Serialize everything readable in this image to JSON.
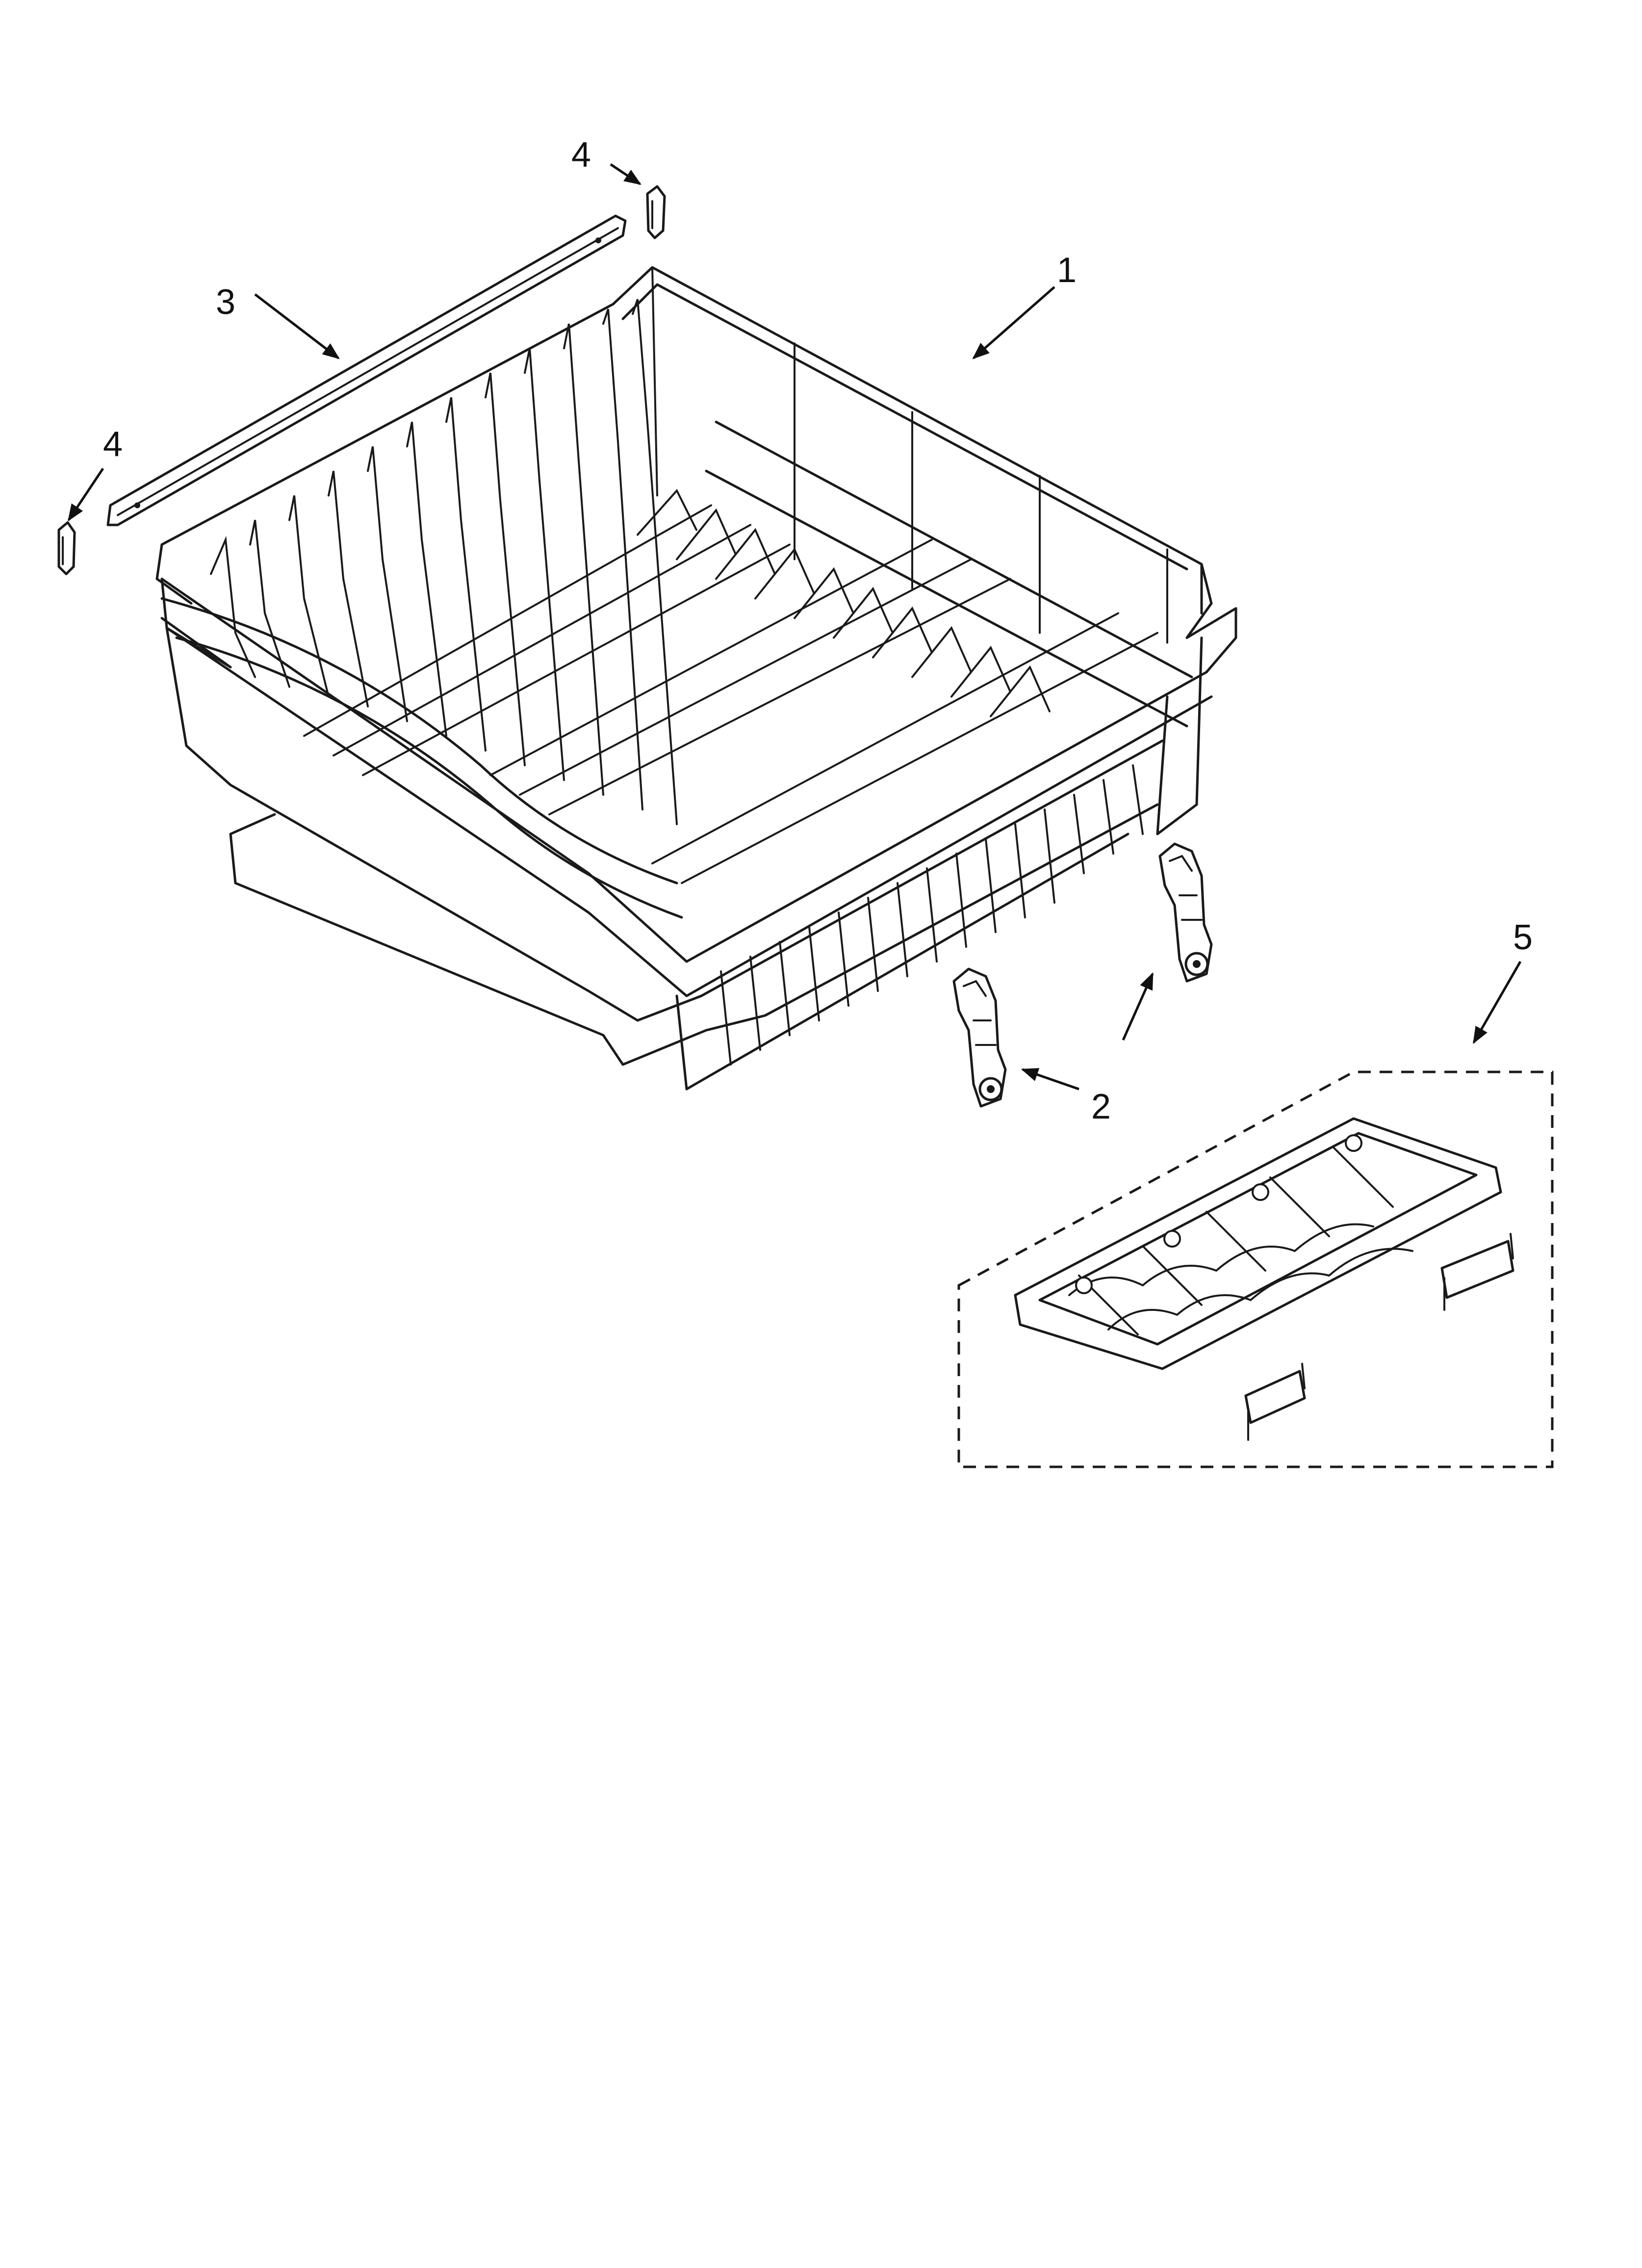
{
  "diagram": {
    "callouts": [
      {
        "id": "c1",
        "label": "1"
      },
      {
        "id": "c2",
        "label": "2"
      },
      {
        "id": "c3",
        "label": "3"
      },
      {
        "id": "c4a",
        "label": "4"
      },
      {
        "id": "c4b",
        "label": "4"
      },
      {
        "id": "c5",
        "label": "5"
      }
    ]
  },
  "colors": {
    "line": "#1a1a1a",
    "background": "#ffffff"
  }
}
